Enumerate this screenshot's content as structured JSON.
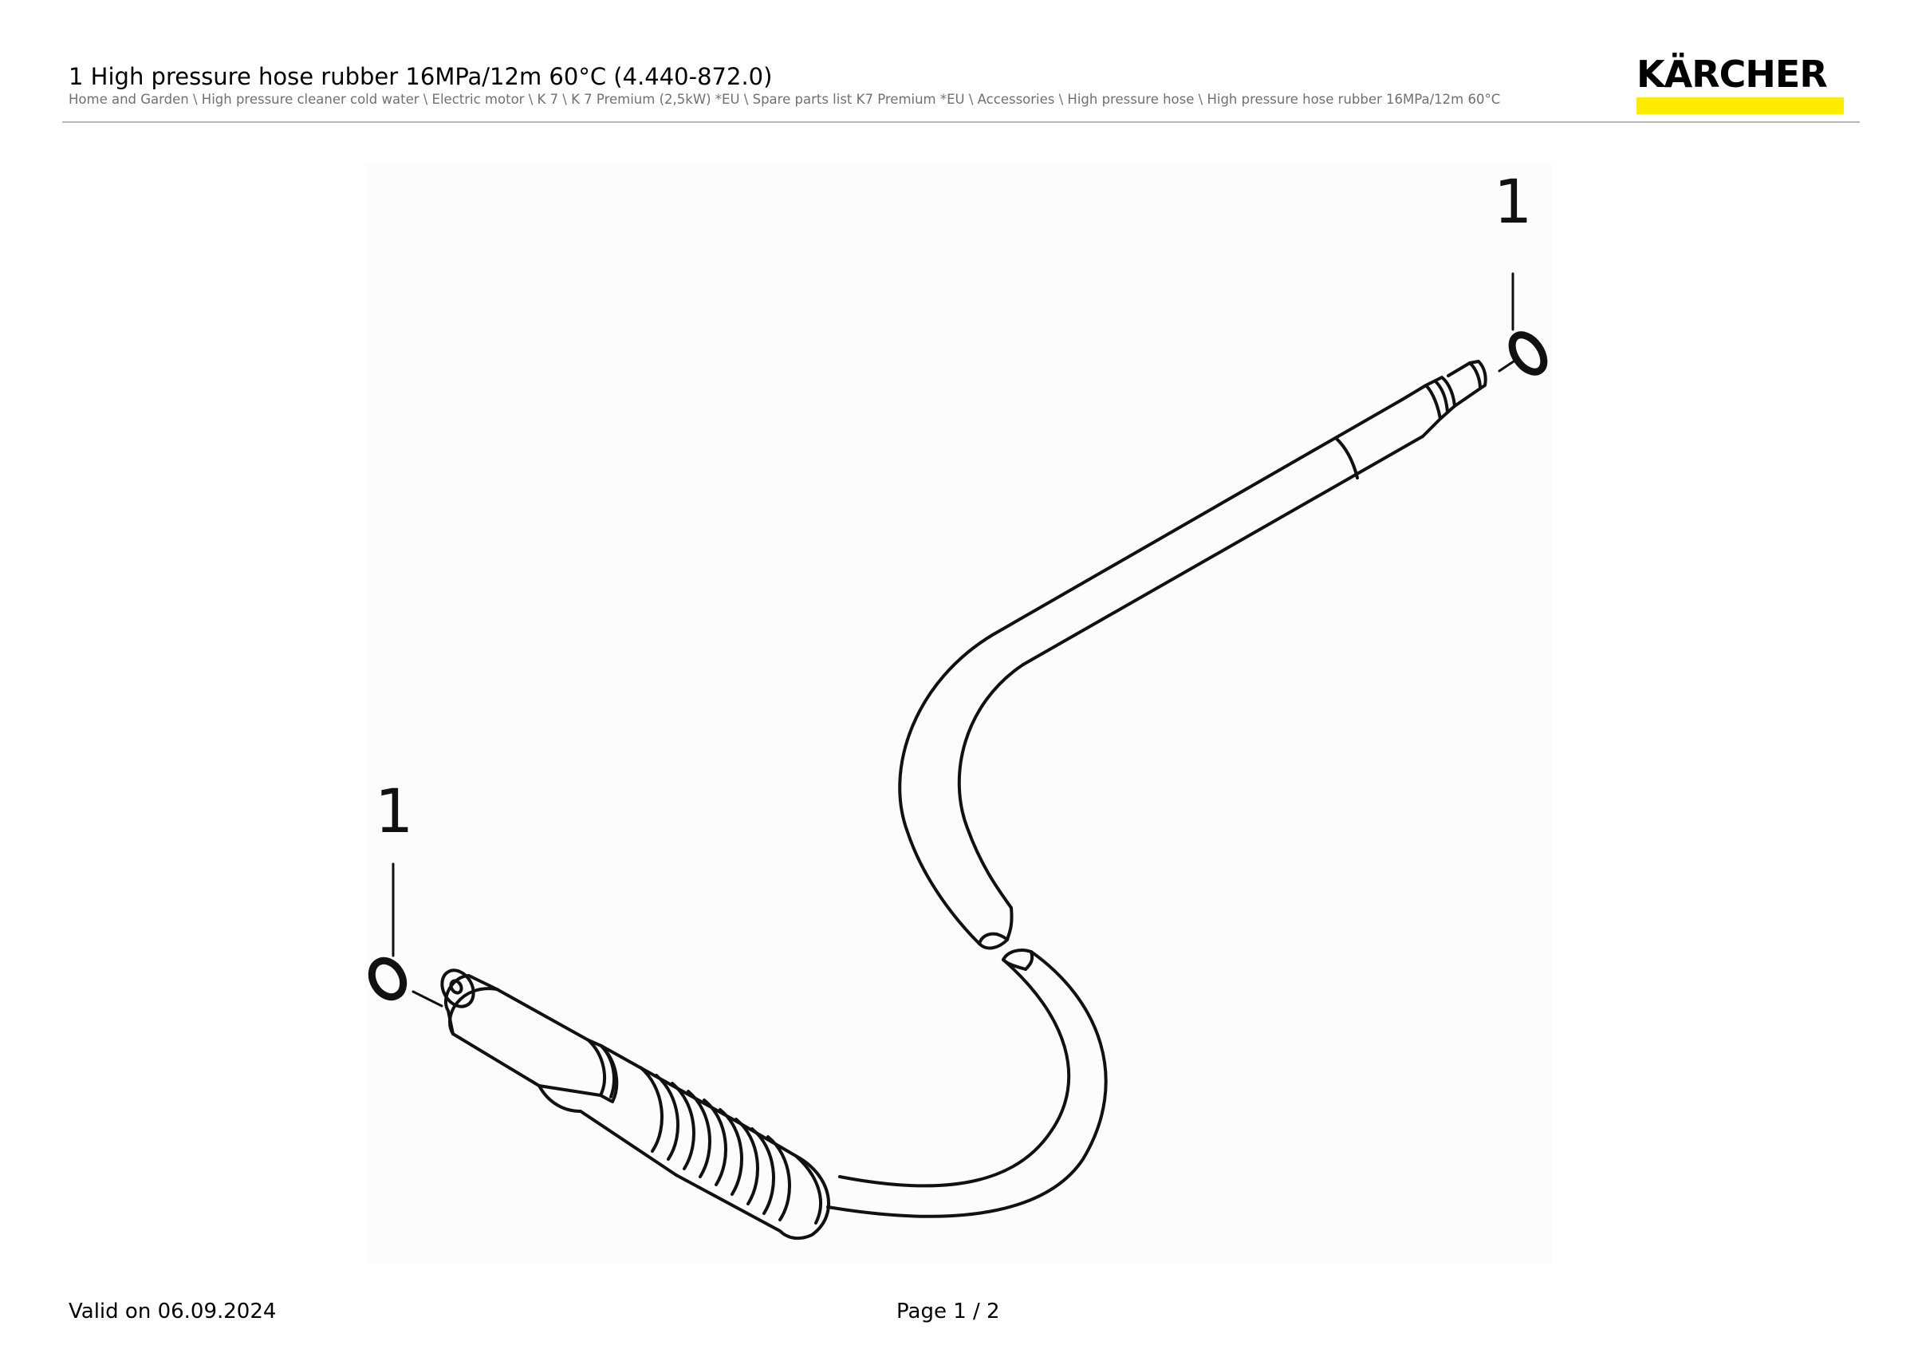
{
  "header": {
    "title": "1 High pressure hose rubber 16MPa/12m 60°C (4.440-872.0)",
    "breadcrumb": "Home and Garden \\ High pressure cleaner cold water \\ Electric motor \\ K 7 \\ K 7 Premium (2,5kW) *EU \\ Spare parts list K7 Premium *EU \\ Accessories \\ High pressure hose \\ High pressure hose rubber 16MPa/12m 60°C"
  },
  "brand": {
    "logo_text": "KÄRCHER",
    "accent_color": "#ffed00",
    "logo_color": "#000000"
  },
  "drawing": {
    "callouts": [
      {
        "label": "1"
      },
      {
        "label": "1"
      }
    ]
  },
  "footer": {
    "valid_on": "Valid on 06.09.2024",
    "page": "Page 1 / 2"
  }
}
